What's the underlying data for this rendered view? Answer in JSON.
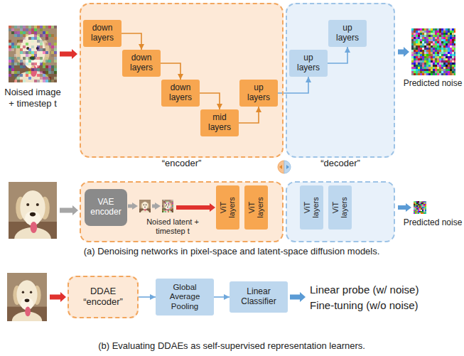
{
  "diagram": {
    "nodes": [
      {
        "text": [
          "“encoder”"
        ]
      },
      {
        "text": [
          "down layers"
        ],
        "in": 0
      },
      {
        "text": [
          "down layers"
        ],
        "in": 0
      },
      {
        "text": [
          "down layers"
        ],
        "in": 0
      },
      {
        "text": [
          "mid layers"
        ],
        "in": 0
      },
      {
        "text": [
          "up layers"
        ],
        "in": 0
      },
      {
        "text": [
          "“decoder”"
        ]
      },
      {
        "text": [
          "up layers"
        ],
        "in": 6
      },
      {
        "text": [
          "up layers"
        ],
        "in": 6
      },
      {
        "text": [
          "VAE encoder"
        ]
      },
      {
        "text": [
          "ViT layers"
        ]
      },
      {
        "text": [
          "ViT layers"
        ]
      },
      {
        "text": [
          "ViT layers"
        ]
      },
      {
        "text": [
          "ViT layers"
        ]
      },
      {
        "text": [
          "DDAE “encoder”"
        ]
      },
      {
        "text": [
          "Global Average Pooling"
        ]
      },
      {
        "text": [
          "Linear Classifier"
        ]
      }
    ],
    "edges": [
      {
        "from": 1,
        "to": 2,
        "arrow": "to"
      },
      {
        "from": 2,
        "to": 3,
        "arrow": "to"
      },
      {
        "from": 3,
        "to": 4,
        "arrow": "to"
      },
      {
        "from": 4,
        "to": 5,
        "arrow": "to"
      },
      {
        "from": 5,
        "to": 7,
        "arrow": "to"
      },
      {
        "from": 7,
        "to": 8,
        "arrow": "to"
      },
      {
        "from": 14,
        "to": 15,
        "arrow": "to"
      },
      {
        "from": 15,
        "to": 16,
        "arrow": "to"
      }
    ],
    "labels": [
      "Noised image + timestep t",
      "Predicted noise",
      "Noised latent + timestep t",
      "Predicted noise",
      "(a) Denoising networks in pixel-space and latent-space diffusion models.",
      "Linear probe (w/ noise)",
      "Fine-tuning (w/o noise)",
      "(b) Evaluating DDAEs as self-supervised representation learners."
    ]
  }
}
